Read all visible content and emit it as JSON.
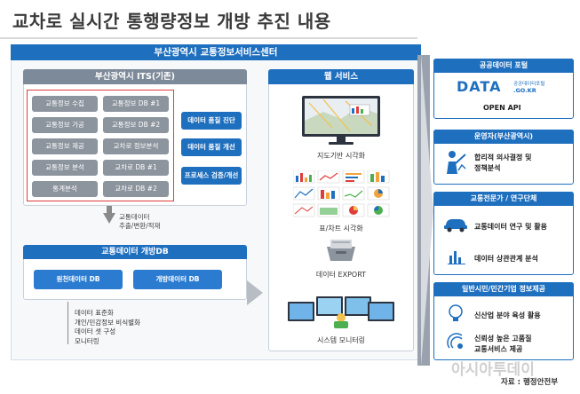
{
  "title": "교차로 실시간 통행량정보 개방 추진 내용",
  "center": {
    "header": "부산광역시 교통정보서비스센터",
    "its": {
      "header": "부산광역시 ITS(기존)",
      "left_items": [
        "교통정보 수집",
        "교통정보 가공",
        "교통정보 제공",
        "교통정보 분석",
        "통계분석"
      ],
      "right_items": [
        "교통정보 DB #1",
        "교통정보 DB #2",
        "교차로 정보분석",
        "교차로 DB #1",
        "교차로 DB #2"
      ],
      "actions": [
        "데이터 품질 진단",
        "데이터 품질 개선",
        "프로세스 검증/개선"
      ]
    },
    "flow": {
      "line1": "교통데이터",
      "line2": "추출/변환/적재"
    },
    "open_db": {
      "header": "교통데이터 개방DB",
      "items": [
        "원천데이터 DB",
        "개방데이터 DB"
      ],
      "notes": [
        "데이터 표준화",
        "개인/민감정보 비식별화",
        "데이터 셋 구성",
        "모니터링"
      ]
    },
    "web": {
      "header": "웹 서비스",
      "map_caption": "지도기반 시각화",
      "chart_caption": "표/차트 시각화",
      "export_caption": "데이터 EXPORT",
      "monitor_caption": "시스템 모니터링"
    }
  },
  "right": {
    "portal": {
      "header": "공공데이터 포털",
      "logo": "DATA",
      "logo_small": "공공데이터포털",
      "logo_domain": ".GO.KR",
      "caption": "OPEN API"
    },
    "operator": {
      "header": "운영자(부산광역시)",
      "line1": "합리적 의사결정 및",
      "line2": "정책분석"
    },
    "experts": {
      "header": "교통전문가 / 연구단체",
      "item1": "교통데이터 연구 및 활용",
      "item2": "데이터 상관관계 분석"
    },
    "public": {
      "header": "일반시민/민간기업 정보제공",
      "item1": "신산업 분야 육성 활용",
      "item2_line1": "신뢰성 높은 고품질",
      "item2_line2": "교통서비스 제공"
    }
  },
  "watermark": "아시아투데이",
  "source": "자료 : 행정안전부",
  "colors": {
    "primary": "#1f6fbf",
    "gray_button": "#8c949e",
    "highlight": "#e03c3c"
  }
}
